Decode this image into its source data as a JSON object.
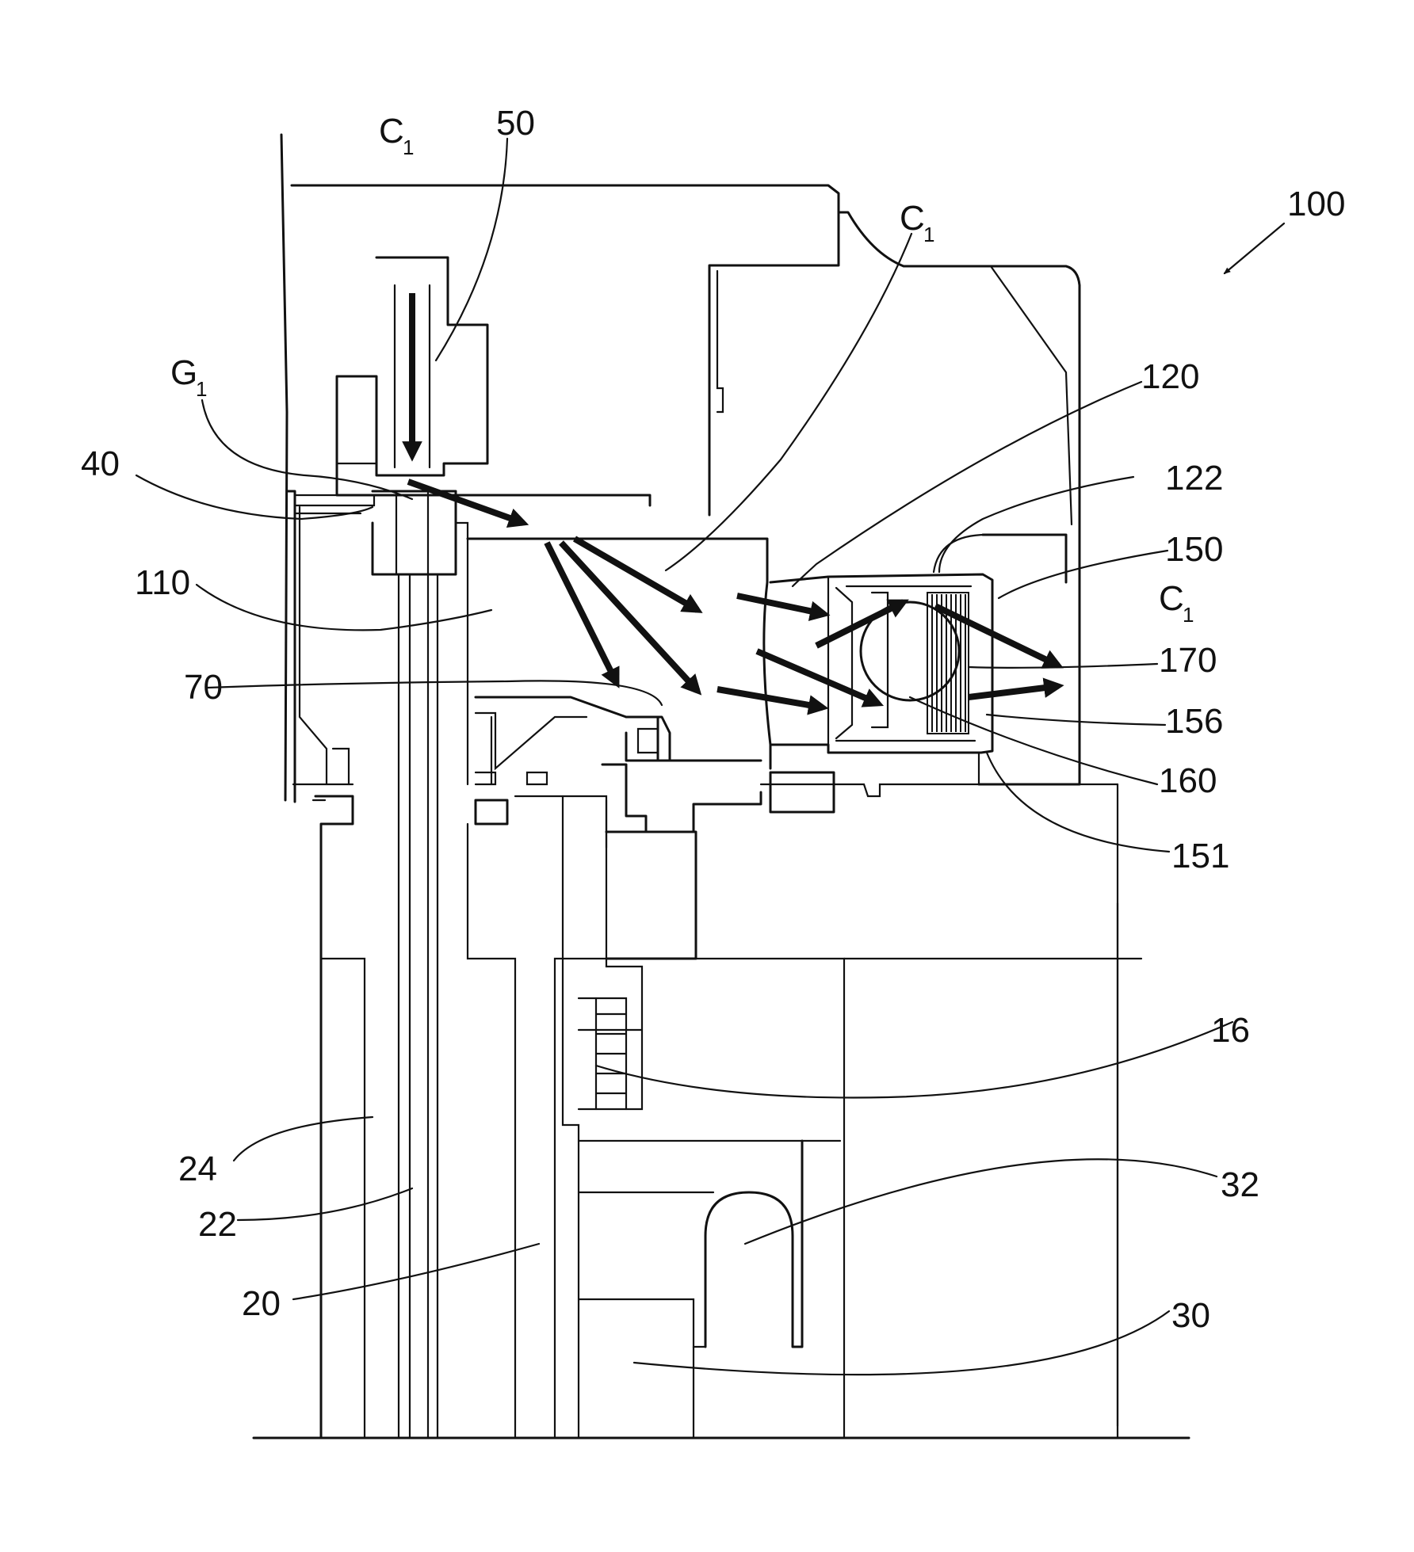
{
  "labels": {
    "ref_100": "100",
    "ref_50": "50",
    "ref_40": "40",
    "ref_110": "110",
    "ref_70": "70",
    "ref_120": "120",
    "ref_122": "122",
    "ref_150": "150",
    "ref_170": "170",
    "ref_156": "156",
    "ref_160": "160",
    "ref_151": "151",
    "ref_16": "16",
    "ref_24": "24",
    "ref_22": "22",
    "ref_20": "20",
    "ref_32": "32",
    "ref_30": "30",
    "c_letter": "C",
    "g_letter": "G",
    "subscript_1": "1"
  }
}
